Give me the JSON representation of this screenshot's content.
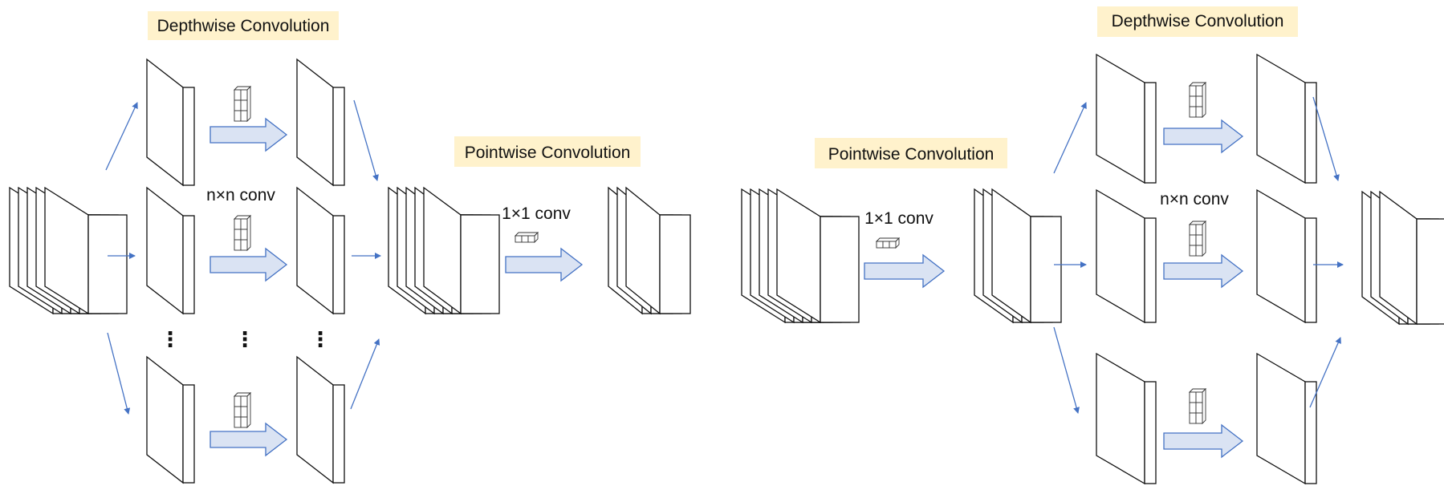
{
  "palette": {
    "label_bg": "#fff2cc",
    "arrow_fill": "#dae3f3",
    "arrow_stroke": "#4472c4",
    "block_stroke": "#111111"
  },
  "left_diagram": {
    "depthwise_title": "Depthwise Convolution",
    "depthwise_op": "n×n conv",
    "pointwise_title": "Pointwise Convolution",
    "pointwise_op": "1×1 conv",
    "ellipsis": "⋮"
  },
  "right_diagram": {
    "pointwise_title": "Pointwise Convolution",
    "pointwise_op": "1×1 conv",
    "depthwise_title": "Depthwise Convolution",
    "depthwise_op": "n×n conv"
  }
}
